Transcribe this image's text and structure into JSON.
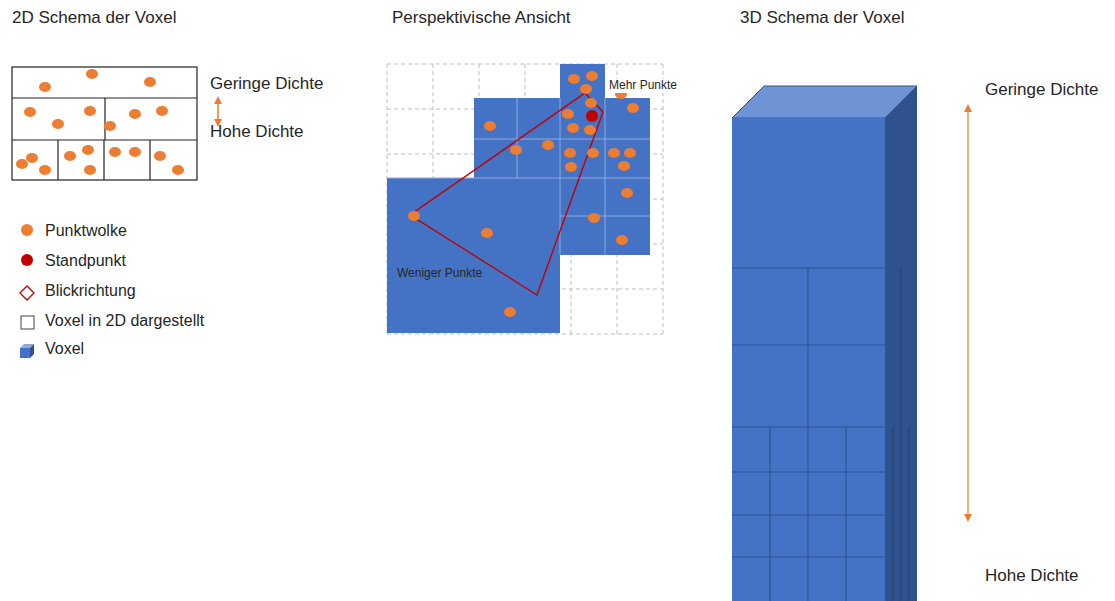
{
  "diagram": {
    "labels": [
      "2D Schema der Voxel",
      "Perspektivische Ansicht",
      "3D Schema der Voxel",
      "Geringe Dichte",
      "Hohe Dichte",
      "Mehr Punkte",
      "Weniger Punkte",
      "Geringe Dichte",
      "Hohe Dichte"
    ],
    "legend": [
      {
        "text": "Punktwolke",
        "color": "#ed7d31"
      },
      {
        "text": "Standpunkt",
        "color": "#c00000"
      },
      {
        "text": "Blickrichtung"
      },
      {
        "text": "Voxel in 2D dargestellt"
      },
      {
        "text": "Voxel"
      }
    ]
  }
}
